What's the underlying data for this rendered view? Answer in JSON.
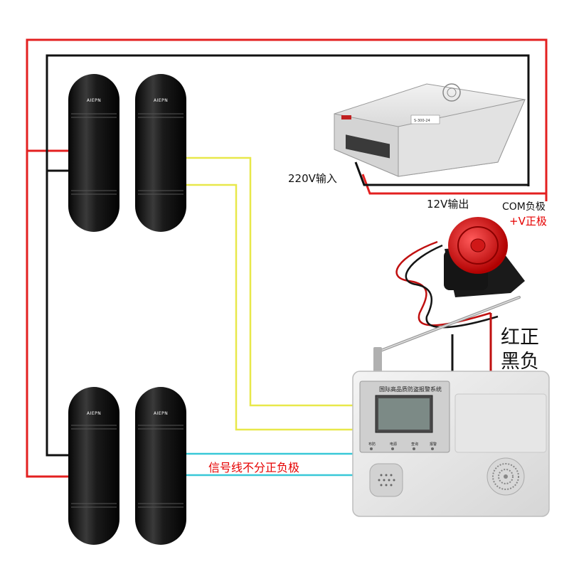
{
  "labels": {
    "power_input": "220V输入",
    "power_output": "12V输出",
    "com_negative": "COM负极",
    "v_positive": "+V正极",
    "red_positive": "红正",
    "black_negative": "黑负",
    "signal_note": "信号线不分正负极"
  },
  "detectors": {
    "brand": "AIEPN"
  },
  "alarm_panel": {
    "title": "国际高品质防盗报警系统",
    "buttons": [
      "布防",
      "电源",
      "查询",
      "报警"
    ]
  },
  "power_supply": {
    "model": "S-300-24"
  },
  "wire_colors": {
    "power_positive": "#e32020",
    "power_negative": "#111111",
    "signal_yellow": "#e8e84a",
    "signal_cyan": "#38c8d8"
  }
}
